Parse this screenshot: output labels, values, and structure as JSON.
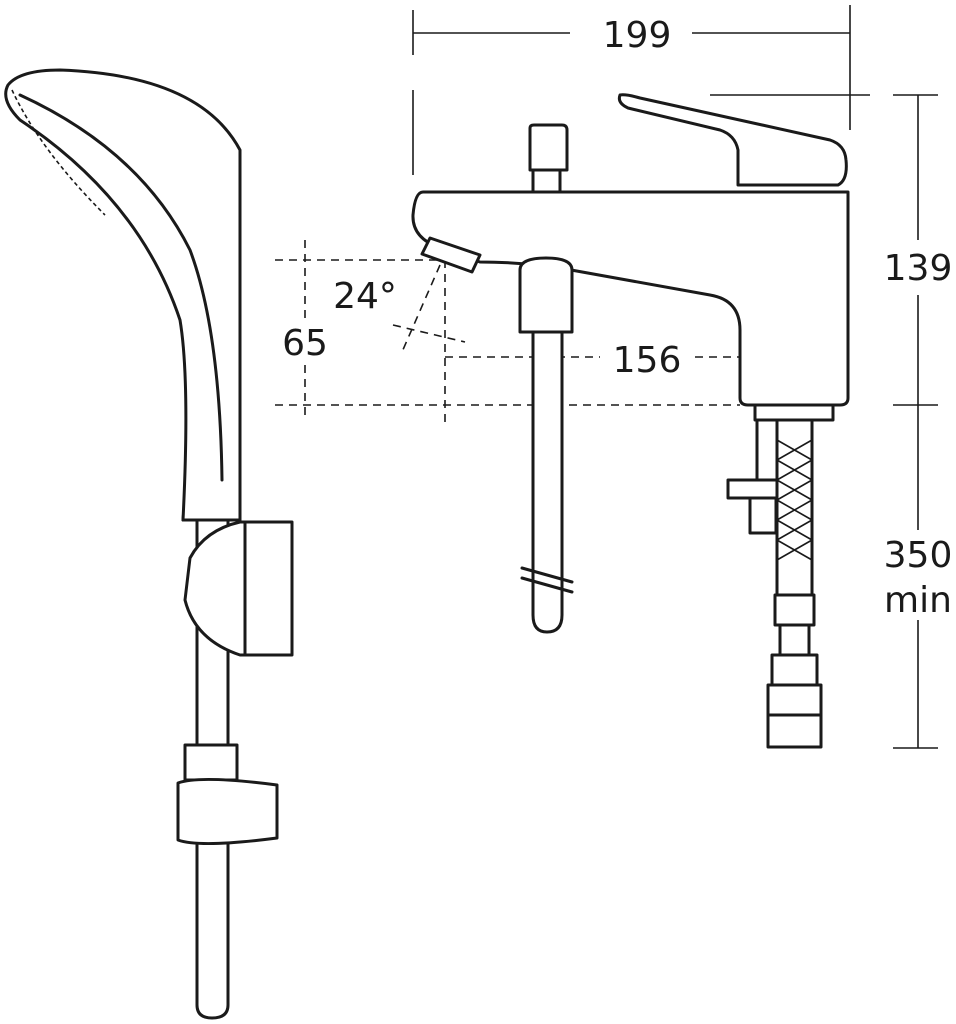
{
  "dimensions": {
    "width": "199",
    "height": "139",
    "spout_angle": "24°",
    "spout_height": "65",
    "spout_reach": "156",
    "hose_length": "350",
    "hose_length_suffix": "min"
  }
}
